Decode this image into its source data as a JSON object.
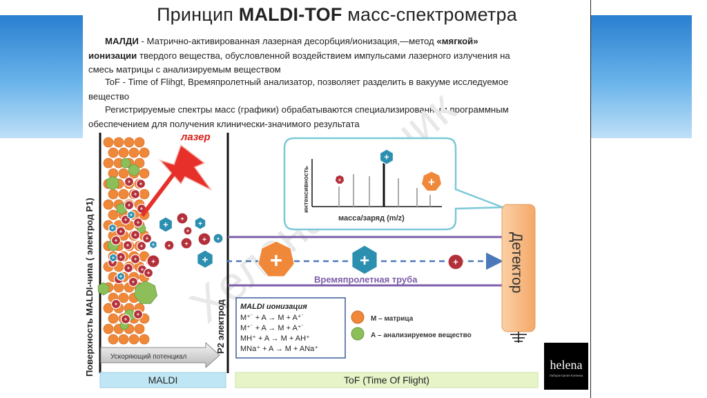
{
  "title": {
    "normal_start": "Принцип ",
    "bold": "MALDI-TOF",
    "normal_end": " масс-спектрометра"
  },
  "paragraphs": {
    "maldi": {
      "term": "МАЛДИ",
      "line1": " - Матрично-активированная лазерная десорбция/ионизация,—метод ",
      "bold_part": "«мягкой»",
      "line2_bold": "ионизации",
      "line2": " твердого вещества, обусловленной воздействием импульсами лазерного излучения на",
      "line3": "смесь матрицы с анализируемым веществом"
    },
    "tof": {
      "line1": "ToF - Time of Flihgt, Времяпролетный анализатор, позволяет разделить в вакууме исследуемое",
      "line2": "вещество"
    },
    "spectra": {
      "line1": "Регистрируемые спектры масс (графики) обрабатываются специализированным программным",
      "line2": "обеспечением для получения клинически-значимого  результата"
    }
  },
  "diagram": {
    "laser_label": "лазер",
    "electrode_p1_label": "Поверхность MALDI-чипа ( электрод P1)",
    "electrode_p2_label": "P2 электрод",
    "accelerating_potential": "Ускоряющий потенциал",
    "flight_tube_label": "Времяпролетная труба",
    "detector_label": "Детектор",
    "spectrum": {
      "y_label": "интенсивность",
      "x_label": "масса/заряд (m/z)"
    },
    "ion_symbol": "+",
    "ionization_box": {
      "title": "MALDI ионизация",
      "reactions": [
        "M⁺˙ + A → M + A⁺˙",
        "M⁺˙ + A → M + A⁺˙",
        "MH⁺ + A → M + AH⁺",
        "MNa⁺ + A → M + ANa⁺"
      ]
    },
    "legend": [
      {
        "label": "М – матрица",
        "color": "#f0883a"
      },
      {
        "label": "А – анализируемое вещество",
        "color": "#8cbf5a"
      }
    ],
    "bottom_labels": {
      "maldi": "MALDI",
      "tof": "ToF (Time Of Flight)"
    },
    "watermark": "Хелена Клиник",
    "colors": {
      "matrix": "#f0883a",
      "analyte": "#8cbf5a",
      "ion_red": "#b3303a",
      "ion_blue": "#2c8fb0",
      "tube": "#7b5da8",
      "detector": "#f6b478"
    }
  },
  "logo": {
    "name": "helena",
    "subtitle": "Лабораторная Клиника"
  }
}
